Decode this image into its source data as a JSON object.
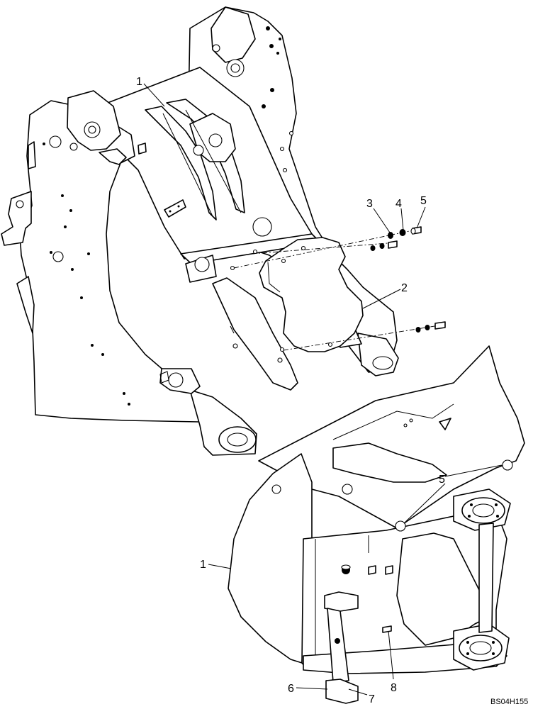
{
  "callouts": {
    "c1_top": "1",
    "c2": "2",
    "c3": "3",
    "c4": "4",
    "c5_top": "5",
    "c5_bottom": "5",
    "c1_bottom": "1",
    "c6": "6",
    "c7": "7",
    "c8": "8"
  },
  "figure_code": "BS04H155"
}
